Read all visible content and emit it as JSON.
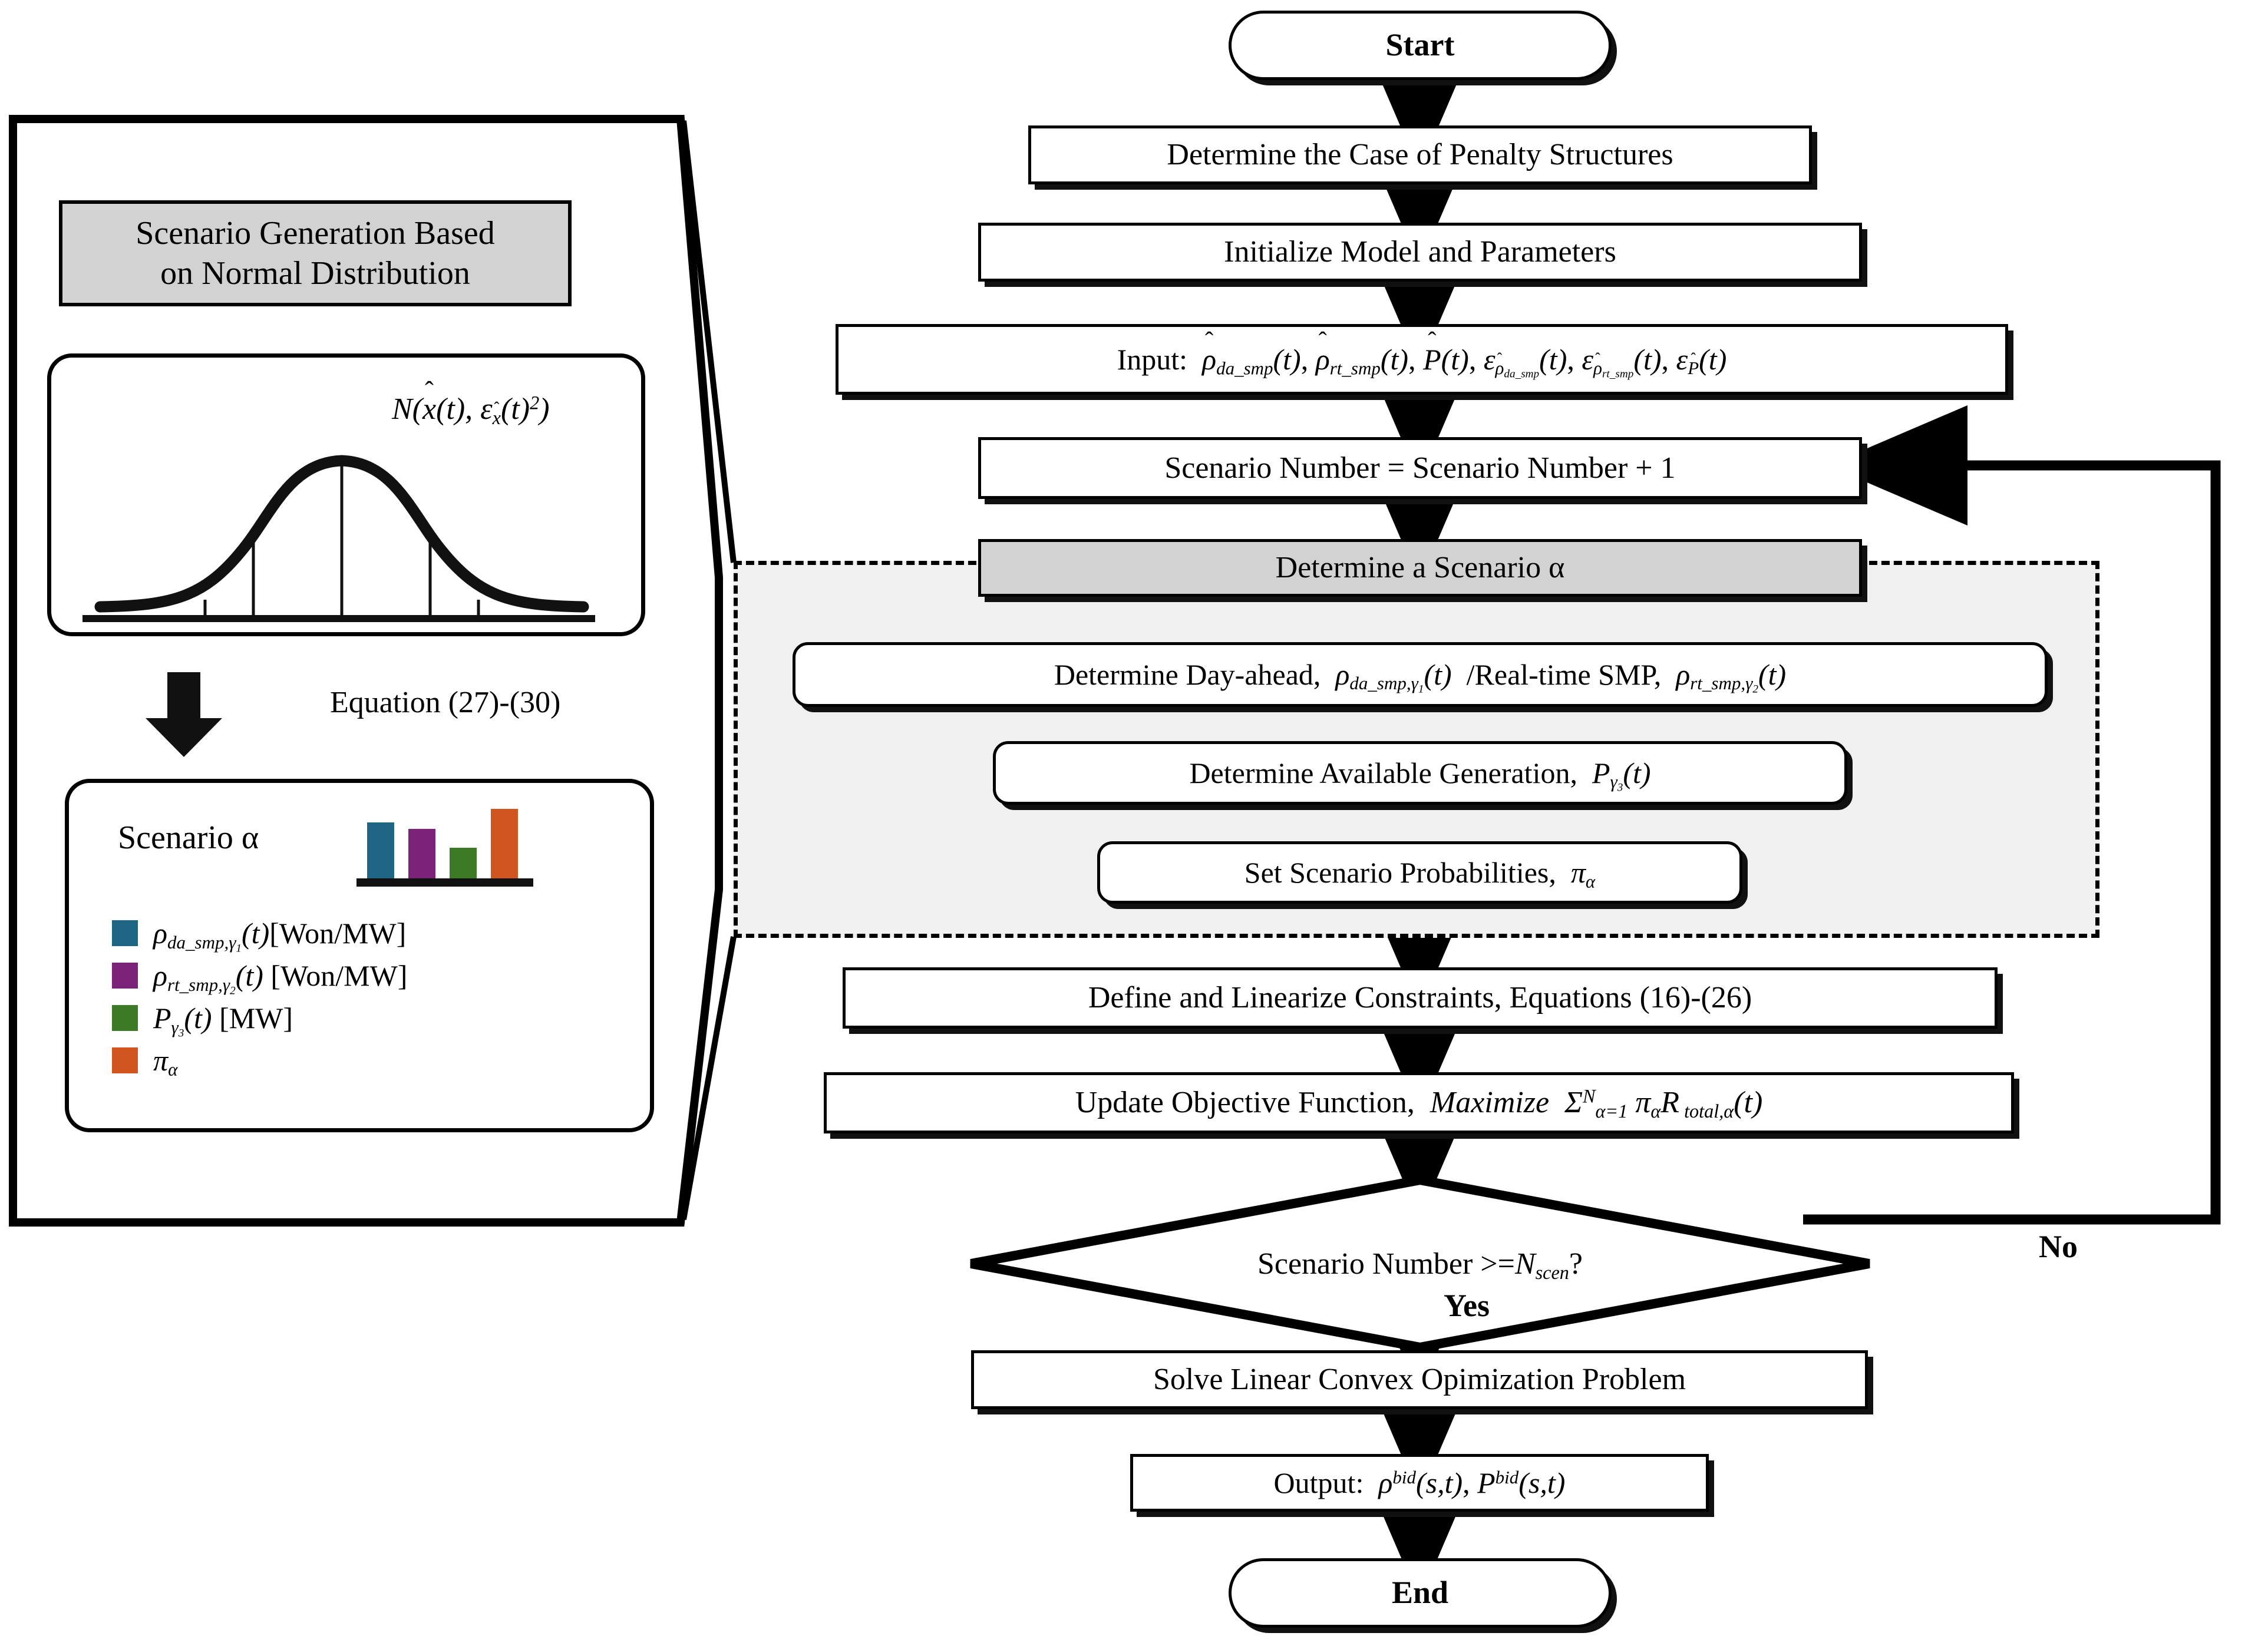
{
  "diagram": {
    "title": "Stochastic bidding optimization flowchart",
    "colors": {
      "gray_fill": "#d2d2d2",
      "region_fill": "#f0f0f0",
      "stroke": "#000000",
      "series_blue": "#1f6684",
      "series_purple": "#7a2378",
      "series_green": "#3d7a26",
      "series_orange": "#d1551f"
    }
  },
  "flow": {
    "start": "Start",
    "n1": "Determine the Case of Penalty Structures",
    "n2": "Initialize Model and Parameters",
    "n3_input_prefix": "Input:",
    "n4": "Scenario Number = Scenario Number + 1",
    "n5": "Determine a Scenario α",
    "n6_prefix": "Determine Day-ahead,",
    "n6_mid": "/Real-time SMP,",
    "n7_prefix": "Determine Available Generation,",
    "n8_prefix": "Set Scenario Probabilities,",
    "n9": "Define and Linearize Constraints, Equations (16)-(26)",
    "n10_prefix": "Update Objective Function,",
    "n10_maximize": "Maximize",
    "n11_decision_prefix": "Scenario Number >=",
    "n11_decision_suffix": "?",
    "n12": "Solve Linear Convex Opimization Problem",
    "n13_prefix": "Output:",
    "end": "End",
    "label_yes": "Yes",
    "label_no": "No"
  },
  "panel": {
    "title_line1": "Scenario Generation Based",
    "title_line2": "on Normal Distribution",
    "equation_label": "Equation (27)-(30)",
    "scenario_label": "Scenario α",
    "distribution_formula_parts": {
      "n": "N",
      "mean": "x̂(t)",
      "variance": "ε"
    },
    "legend": [
      {
        "color": "#1f6684",
        "symbol": "ρ",
        "sub": "da_smp,γ₁",
        "arg": "(t)",
        "unit": "[Won/MW]"
      },
      {
        "color": "#7a2378",
        "symbol": "ρ",
        "sub": "rt_smp,γ₂",
        "arg": "(t)",
        "unit": "[Won/MW]"
      },
      {
        "color": "#3d7a26",
        "symbol": "P",
        "sub": "γ₃",
        "arg": "(t)",
        "unit": "[MW]"
      },
      {
        "color": "#d1551f",
        "symbol": "π",
        "sub": "α",
        "arg": "",
        "unit": ""
      }
    ],
    "bars": [
      {
        "color": "#1f6684",
        "height": 82
      },
      {
        "color": "#7a2378",
        "height": 72
      },
      {
        "color": "#3d7a26",
        "height": 44
      },
      {
        "color": "#d1551f",
        "height": 100
      }
    ]
  },
  "chart_data": {
    "type": "bar",
    "title": "Scenario α sample values",
    "categories": [
      "ρ_da_smp,γ1(t)",
      "ρ_rt_smp,γ2(t)",
      "P_γ3(t)",
      "π_α"
    ],
    "values": [
      82,
      72,
      44,
      100
    ],
    "colors": [
      "#1f6684",
      "#7a2378",
      "#3d7a26",
      "#d1551f"
    ],
    "xlabel": "",
    "ylabel": "",
    "ylim": [
      0,
      100
    ],
    "grid": false,
    "legend_position": "below"
  }
}
